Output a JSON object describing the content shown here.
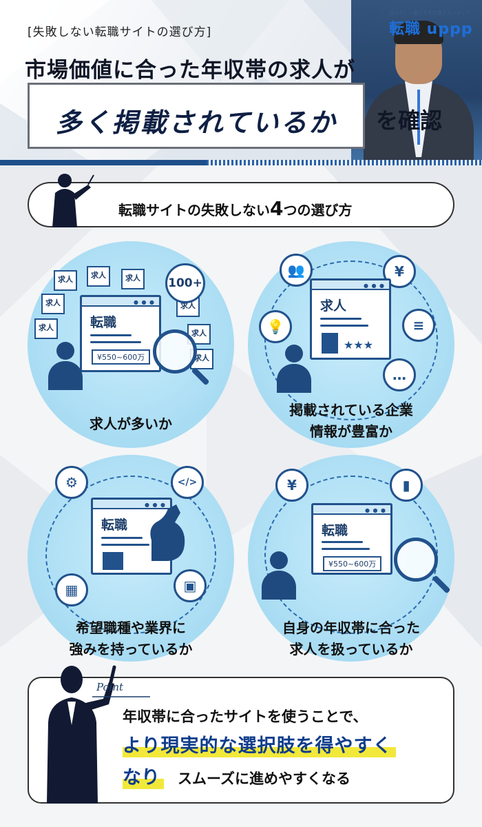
{
  "header": {
    "subtitle": "[失敗しない転職サイトの選び方]",
    "logo_tagline": "自分らしい働き方を応援するメディア",
    "logo_mark": "転職 uppp",
    "title_line1": "市場価値に合った年収帯の求人が",
    "title_highlight": "多く掲載されているか",
    "title_tail": "を確認"
  },
  "pill": {
    "text_before": "転職サイトの失敗しない",
    "number": "4",
    "text_after": "つの選び方"
  },
  "cards": [
    {
      "label_line1": "求人が多いか",
      "label_line2": "",
      "doc_title": "転職",
      "salary": "¥550~600万",
      "badge": "100+",
      "mini_label": "求人"
    },
    {
      "label_line1": "掲載されている企業",
      "label_line2": "情報が豊富か",
      "doc_title": "求人",
      "rating": "★★★",
      "yen": "¥"
    },
    {
      "label_line1": "希望職種や業界に",
      "label_line2": "強みを持っているか",
      "doc_title": "転職",
      "code": "</>"
    },
    {
      "label_line1": "自身の年収帯に合った",
      "label_line2": "求人を扱っているか",
      "doc_title": "転職",
      "salary": "¥550~600万"
    }
  ],
  "point": {
    "tag": "Point",
    "line1": "年収帯に合ったサイトを使うことで、",
    "highlight1": "より現実的な選択肢を得やすく",
    "highlight2": "なり",
    "rest": "スムーズに進めやすくなる"
  },
  "colors": {
    "accent_navy": "#1e3f6a",
    "circle_blue": "#a8dcf3",
    "highlight_yellow": "#f2e83a",
    "brand_blue": "#1e6fd9"
  }
}
